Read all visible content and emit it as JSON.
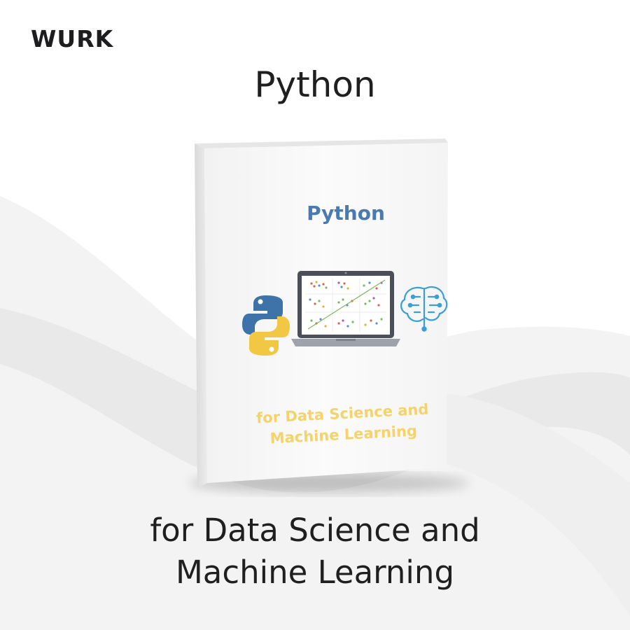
{
  "brand": {
    "name": "WURK"
  },
  "heading": {
    "title": "Python"
  },
  "subheading": {
    "line1": "for Data Science and",
    "line2": "Machine Learning"
  },
  "box": {
    "cover_title": "Python",
    "cover_sub_line1": "for Data Science and",
    "cover_sub_line2": "Machine Learning",
    "icons": [
      "python-logo-icon",
      "laptop-scatter-plot-icon",
      "circuit-brain-icon"
    ]
  },
  "colors": {
    "background": "#ffffff",
    "wave": "#ededed",
    "heading_text": "#1f1f1f",
    "cover_title": "#4a7ab3",
    "cover_subtitle": "#f5d36b",
    "python_blue": "#3d73a8",
    "python_yellow": "#f2c744",
    "brain_blue": "#3a9fd6"
  }
}
